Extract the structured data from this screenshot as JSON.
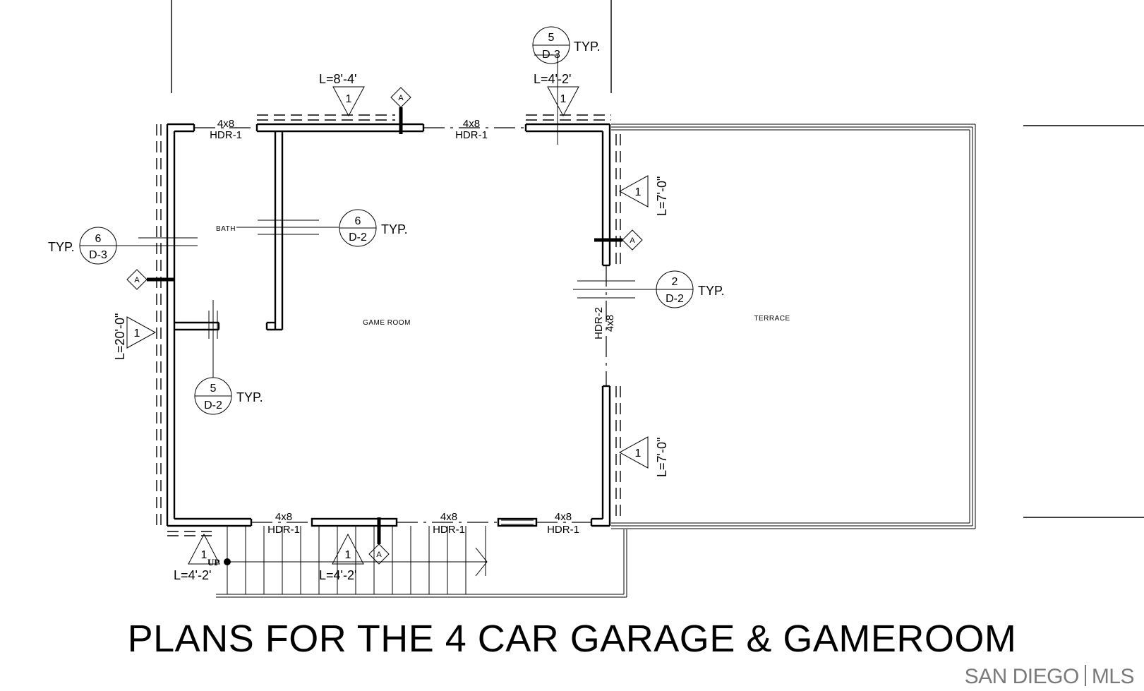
{
  "title": "PLANS FOR THE 4 CAR GARAGE & GAMEROOM",
  "watermark": {
    "left": "SAN DIEGO",
    "right": "MLS"
  },
  "rooms": {
    "bath": "BATH",
    "game_room": "GAME ROOM",
    "terrace": "TERRACE"
  },
  "headers": {
    "size": "4x8",
    "hdr1": "HDR-1",
    "hdr2": "HDR-2"
  },
  "typ": "TYP.",
  "up": "UP",
  "details": [
    {
      "num": "5",
      "sheet": "D-3"
    },
    {
      "num": "6",
      "sheet": "D-2"
    },
    {
      "num": "6",
      "sheet": "D-3"
    },
    {
      "num": "2",
      "sheet": "D-2"
    },
    {
      "num": "5",
      "sheet": "D-2"
    }
  ],
  "wall_lengths": {
    "top_left": "L=8'-4'",
    "top_right": "L=4'-2'",
    "right_upper": "L=7'-0\"",
    "right_lower": "L=7'-0\"",
    "left": "L=20'-0\"",
    "bottom_left": "L=4'-2'",
    "bottom_mid": "L=4'-2'"
  },
  "wall_type": "1",
  "section_marker": "A"
}
